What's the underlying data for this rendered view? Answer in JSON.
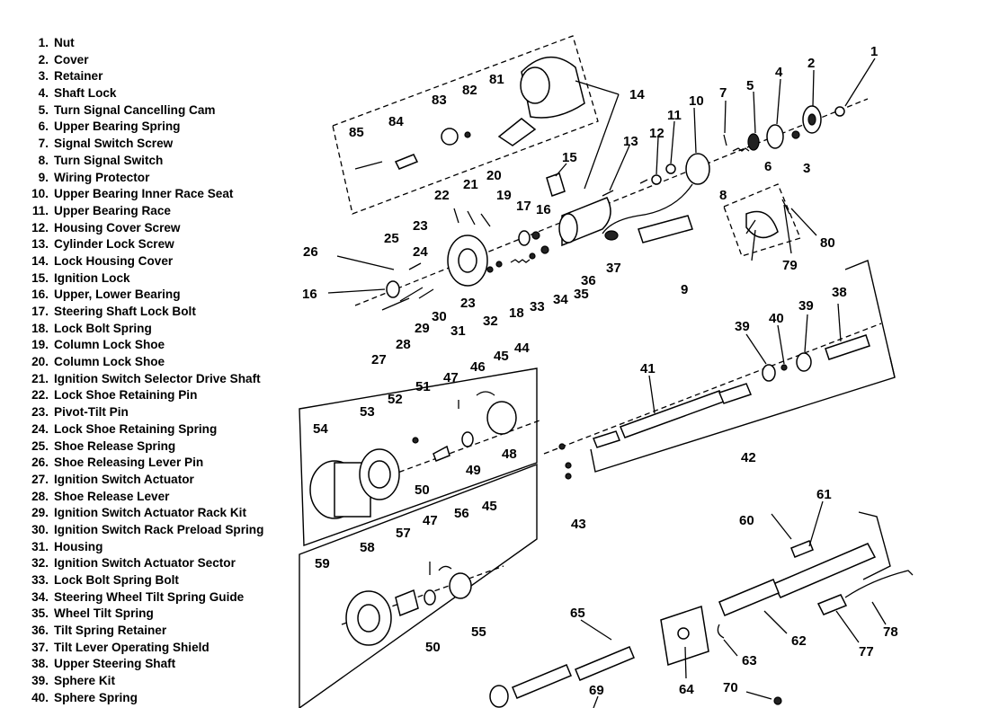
{
  "legend": [
    {
      "num": "1.",
      "label": "Nut"
    },
    {
      "num": "2.",
      "label": "Cover"
    },
    {
      "num": "3.",
      "label": "Retainer"
    },
    {
      "num": "4.",
      "label": "Shaft Lock"
    },
    {
      "num": "5.",
      "label": "Turn Signal Cancelling Cam"
    },
    {
      "num": "6.",
      "label": "Upper Bearing Spring"
    },
    {
      "num": "7.",
      "label": "Signal Switch Screw"
    },
    {
      "num": "8.",
      "label": "Turn Signal Switch"
    },
    {
      "num": "9.",
      "label": "Wiring Protector"
    },
    {
      "num": "10.",
      "label": "Upper Bearing Inner Race Seat"
    },
    {
      "num": "11.",
      "label": "Upper Bearing Race"
    },
    {
      "num": "12.",
      "label": "Housing Cover Screw"
    },
    {
      "num": "13.",
      "label": "Cylinder Lock Screw"
    },
    {
      "num": "14.",
      "label": "Lock Housing Cover"
    },
    {
      "num": "15.",
      "label": "Ignition Lock"
    },
    {
      "num": "16.",
      "label": "Upper, Lower Bearing"
    },
    {
      "num": "17.",
      "label": "Steering Shaft Lock Bolt"
    },
    {
      "num": "18.",
      "label": "Lock Bolt Spring"
    },
    {
      "num": "19.",
      "label": "Column Lock Shoe"
    },
    {
      "num": "20.",
      "label": "Column Lock Shoe"
    },
    {
      "num": "21.",
      "label": "Ignition Switch Selector Drive Shaft"
    },
    {
      "num": "22.",
      "label": "Lock Shoe Retaining Pin"
    },
    {
      "num": "23.",
      "label": "Pivot-Tilt Pin"
    },
    {
      "num": "24.",
      "label": "Lock Shoe Retaining Spring"
    },
    {
      "num": "25.",
      "label": "Shoe Release Spring"
    },
    {
      "num": "26.",
      "label": "Shoe Releasing Lever Pin"
    },
    {
      "num": "27.",
      "label": "Ignition Switch Actuator"
    },
    {
      "num": "28.",
      "label": "Shoe Release Lever"
    },
    {
      "num": "29.",
      "label": "Ignition Switch Actuator Rack Kit"
    },
    {
      "num": "30.",
      "label": "Ignition Switch Rack Preload Spring"
    },
    {
      "num": "31.",
      "label": "Housing"
    },
    {
      "num": "32.",
      "label": "Ignition Switch Actuator Sector"
    },
    {
      "num": "33.",
      "label": "Lock Bolt Spring Bolt"
    },
    {
      "num": "34.",
      "label": "Steering Wheel Tilt Spring Guide"
    },
    {
      "num": "35.",
      "label": "Wheel Tilt Spring"
    },
    {
      "num": "36.",
      "label": "Tilt Spring Retainer"
    },
    {
      "num": "37.",
      "label": "Tilt Lever Operating Shield"
    },
    {
      "num": "38.",
      "label": "Upper Steering Shaft"
    },
    {
      "num": "39.",
      "label": "Sphere Kit"
    },
    {
      "num": "40.",
      "label": "Sphere Spring"
    }
  ],
  "callouts": {
    "c1": "1",
    "c2": "2",
    "c3": "3",
    "c4": "4",
    "c5": "5",
    "c6": "6",
    "c7": "7",
    "c8": "8",
    "c9": "9",
    "c10": "10",
    "c11": "11",
    "c12": "12",
    "c13": "13",
    "c14": "14",
    "c15": "15",
    "c16a": "16",
    "c16b": "16",
    "c17": "17",
    "c18": "18",
    "c19": "19",
    "c20": "20",
    "c21": "21",
    "c22": "22",
    "c23a": "23",
    "c23b": "23",
    "c24": "24",
    "c25": "25",
    "c26": "26",
    "c27": "27",
    "c28": "28",
    "c29": "29",
    "c30": "30",
    "c31": "31",
    "c32": "32",
    "c33": "33",
    "c34": "34",
    "c35": "35",
    "c36": "36",
    "c37": "37",
    "c38": "38",
    "c39a": "39",
    "c39b": "39",
    "c40": "40",
    "c41": "41",
    "c42": "42",
    "c43": "43",
    "c44": "44",
    "c45a": "45",
    "c45b": "45",
    "c46": "46",
    "c47a": "47",
    "c47b": "47",
    "c48": "48",
    "c49": "49",
    "c50a": "50",
    "c50b": "50",
    "c51": "51",
    "c52": "52",
    "c53": "53",
    "c54": "54",
    "c55": "55",
    "c56": "56",
    "c57": "57",
    "c58": "58",
    "c59": "59",
    "c60": "60",
    "c61": "61",
    "c62": "62",
    "c63": "63",
    "c64": "64",
    "c65": "65",
    "c69": "69",
    "c70": "70",
    "c77": "77",
    "c78": "78",
    "c79": "79",
    "c80": "80",
    "c81": "81",
    "c82": "82",
    "c83": "83",
    "c84": "84",
    "c85": "85"
  }
}
